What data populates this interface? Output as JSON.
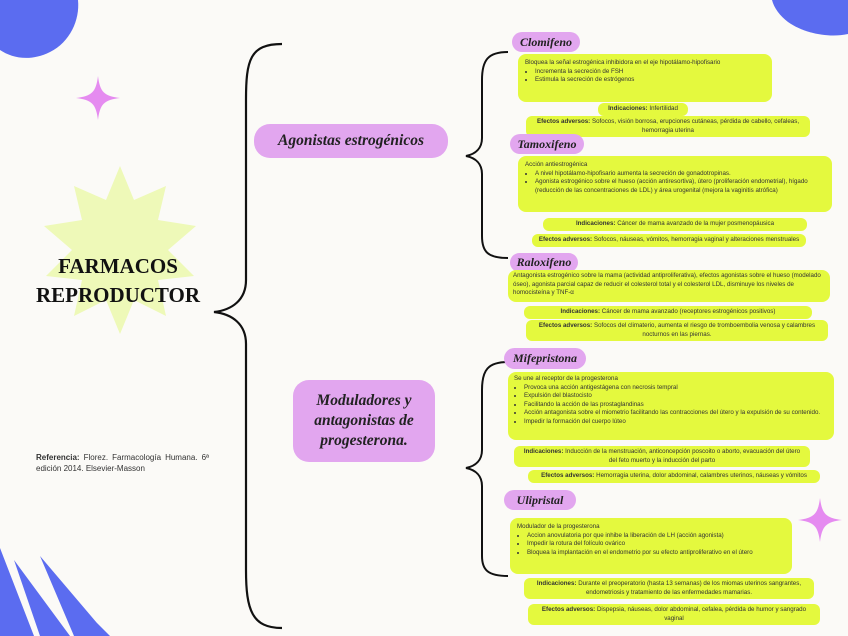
{
  "title": [
    "FARMACOS",
    "REPRODUCTOR"
  ],
  "reference": {
    "label": "Referencia:",
    "text": " Florez. Farmacología Humana. 6ª edición 2014. Elsevier-Masson"
  },
  "groups": [
    {
      "label": "Agonistas estrogénicos"
    },
    {
      "label": "Moduladores y antagonistas de progesterona."
    }
  ],
  "drugs": [
    {
      "name": "Clomifeno",
      "intro": "Bloquea la señal estrogénica inhibidora en el eje hipotálamo-hipofisario",
      "items": [
        "Incrementa la secreción de FSH",
        "Estimula la secreción de estrógenos"
      ],
      "indications_label": "Indicaciones:",
      "indications": " Infertilidad",
      "effects_label": "Efectos adversos:",
      "effects": " Sofocos, visión borrosa, erupciones cutáneas, pérdida de cabello, cefaleas, hemorragia uterina"
    },
    {
      "name": "Tamoxifeno",
      "intro": "Acción antiestrogénica",
      "items": [
        "A nivel hipotálamo-hipofisario aumenta la secreción de gonadotropinas.",
        "Agonista estrogénico sobre el hueso (acción antiresortiva), útero (proliferación endometrial), hígado (reducción de las concentraciones de LDL) y área urogenital (mejora la vaginitis atrófica)"
      ],
      "indications_label": "Indicaciones:",
      "indications": " Cáncer de mama avanzado de la mujer posmenopáusica",
      "effects_label": "Efectos adversos:",
      "effects": " Sofocos, náuseas, vómitos, hemorragia vaginal y alteraciones menstruales"
    },
    {
      "name": "Raloxifeno",
      "intro": "Antagonista estrogénico sobre la mama (actividad antiproliferativa), efectos agonistas sobre el hueso (modelado óseo), agonista parcial capaz de reducir el colesterol total y el colesterol LDL, disminuye los niveles de homocisteína y TNF-α",
      "items": [],
      "indications_label": "Indicaciones:",
      "indications": " Cáncer de mama avanzado (receptores estrogénicos positivos)",
      "effects_label": "Efectos adversos:",
      "effects": " Sofocos del climaterio, aumenta el riesgo de tromboembolia venosa y calambres nocturnos en las piernas."
    },
    {
      "name": "Mifepristona",
      "intro": "Se une al receptor de la progesterona",
      "items": [
        "Provoca una acción antigestágena con necrosis tempral",
        "Expulsión del blastocisto",
        "Facilitando la acción de las prostaglandinas",
        "Acción antagonista sobre el miometrio facilitando las contracciones del útero y la expulsión de su contenido.",
        "Impedir la formación del cuerpo lúteo"
      ],
      "indications_label": "Indicaciones:",
      "indications": " Inducción de la menstruación, anticoncepción poscoito o aborto, evacuación del útero del feto muerto y la inducción del parto",
      "effects_label": "Efectos adversos:",
      "effects": " Hemorragia uterina, dolor abdominal, calambres uterinos, náuseas y vómitos"
    },
    {
      "name": "Ulipristal",
      "intro": "Modulador de la progesterona",
      "items": [
        "Accion anovulatoria por que inhibe la liberación de LH (acción agonista)",
        "Impedir la rotura del folículo ovárico",
        "Bloquea la implantación en el endometrio por su efecto antiproliferativo en el útero"
      ],
      "indications_label": "Indicaciones:",
      "indications": " Durante el preoperatorio (hasta 13 semanas) de los miomas uterinos sangrantes, endometriosis y tratamiento de las enfermedades mamarias.",
      "effects_label": "Efectos adversos:",
      "effects": " Dispepsia, náuseas, dolor abdominal, cefalea, pérdida de humor y sangrado vaginal"
    }
  ],
  "colors": {
    "pill": "#e2a6ef",
    "box": "#e4f93e",
    "blob": "#5b6cf0",
    "star_yellow": "#eef9b8",
    "star_pink": "#e58bf0"
  }
}
